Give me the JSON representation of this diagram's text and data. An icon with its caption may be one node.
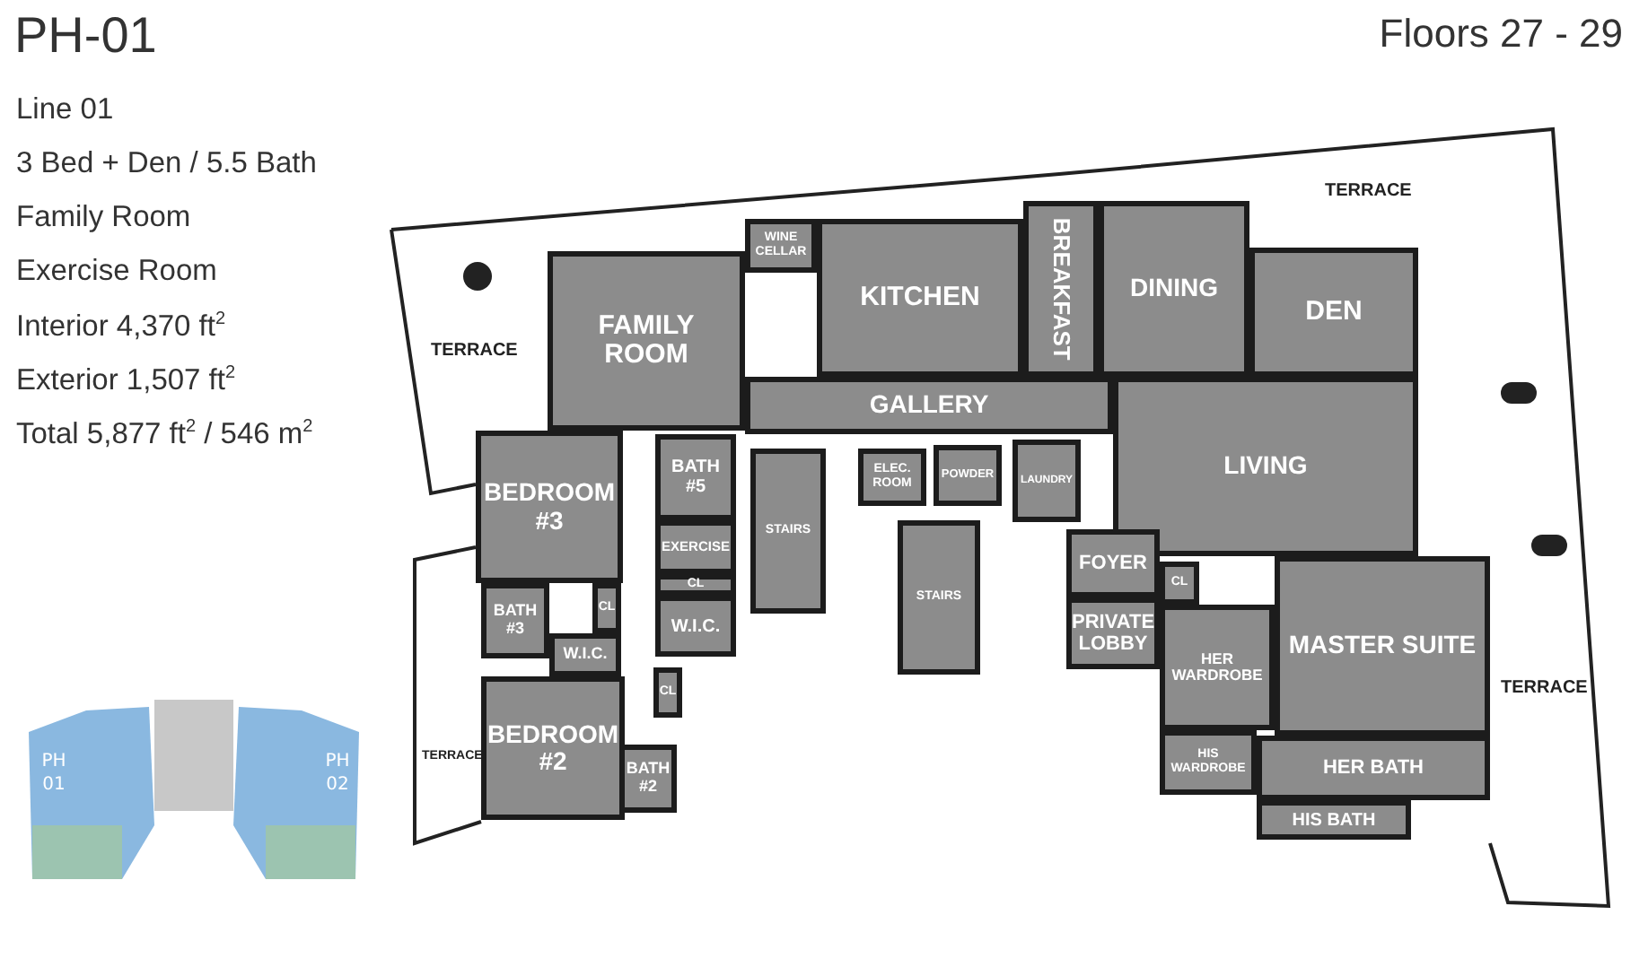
{
  "diagram": {
    "title": "PH-01",
    "nodes": [
      {
        "text": [
          "FAMILY ROOM"
        ]
      },
      {
        "text": [
          "WINE CELLAR"
        ]
      },
      {
        "text": [
          "KITCHEN"
        ]
      },
      {
        "text": [
          "BREAKFAST"
        ]
      },
      {
        "text": [
          "DINING"
        ]
      },
      {
        "text": [
          "DEN"
        ]
      },
      {
        "text": [
          "GALLERY"
        ]
      },
      {
        "text": [
          "LIVING"
        ]
      },
      {
        "text": [
          "BEDROOM #3"
        ]
      },
      {
        "text": [
          "BATH #5"
        ]
      },
      {
        "text": [
          "EXERCISE"
        ]
      },
      {
        "text": [
          "CL"
        ]
      },
      {
        "text": [
          "W.I.C."
        ]
      },
      {
        "text": [
          "BATH #3"
        ]
      },
      {
        "text": [
          "CL"
        ]
      },
      {
        "text": [
          "W.I.C."
        ]
      },
      {
        "text": [
          "STAIRS"
        ]
      },
      {
        "text": [
          "ELEC. ROOM"
        ]
      },
      {
        "text": [
          "POWDER"
        ]
      },
      {
        "text": [
          "LAUNDRY"
        ]
      },
      {
        "text": [
          "FOYER"
        ]
      },
      {
        "text": [
          "STAIRS"
        ]
      },
      {
        "text": [
          "PRIVATE LOBBY"
        ]
      },
      {
        "text": [
          "CL"
        ]
      },
      {
        "text": [
          "MASTER SUITE"
        ]
      },
      {
        "text": [
          "HER WARDROBE"
        ]
      },
      {
        "text": [
          "HIS WARDROBE"
        ]
      },
      {
        "text": [
          "HER BATH"
        ]
      },
      {
        "text": [
          "HIS BATH"
        ]
      },
      {
        "text": [
          "BEDROOM #2"
        ]
      },
      {
        "text": [
          "CL"
        ]
      },
      {
        "text": [
          "BATH #2"
        ]
      }
    ],
    "labels": [
      "Floors 27 - 29",
      "Line 01",
      "3 Bed + Den / 5.5 Bath",
      "Family Room",
      "Exercise Room",
      "Interior 4,370 ft$^{2}$",
      "Exterior 1,507 ft$^{2}$",
      "Total 5,877 ft$^{2}$ / 546 m$^{2}$",
      "TERRACE",
      "TERRACE",
      "TERRACE",
      "TERRACE",
      "PH 01",
      "PH 02"
    ]
  }
}
